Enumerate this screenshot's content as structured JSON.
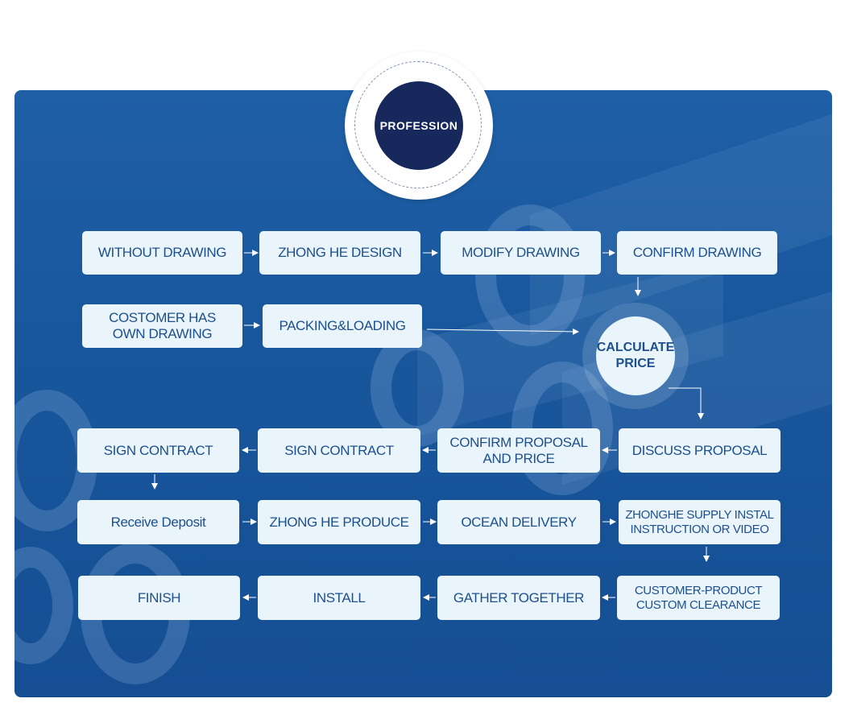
{
  "badge": {
    "label": "PROFESSION"
  },
  "steps": {
    "without_drawing": "WITHOUT  DRAWING",
    "zhong_he_design": "ZHONG HE DESIGN",
    "modify_drawing": "MODIFY DRAWING",
    "confirm_drawing": "CONFIRM DRAWING",
    "customer_has_drawing": "COSTOMER HAS\nOWN DRAWING",
    "packing_loading": "PACKING&LOADING",
    "calculate_price": "CALCULATE\nPRICE",
    "sign_contract_1": "SIGN CONTRACT",
    "sign_contract_2": "SIGN CONTRACT",
    "confirm_proposal": "CONFIRM PROPOSAL\nAND PRICE",
    "discuss_proposal": "DISCUSS PROPOSAL",
    "receive_deposit": "Receive Deposit",
    "zhong_he_produce": "ZHONG HE PRODUCE",
    "ocean_delivery": "OCEAN DELIVERY",
    "supply_instal": "ZHONGHE SUPPLY INSTAL\nINSTRUCTION OR VIDEO",
    "finish": "FINISH",
    "install": "INSTALL",
    "gather_together": "GATHER TOGETHER",
    "custom_clearance": "CUSTOMER-PRODUCT\nCUSTOM CLEARANCE"
  },
  "colors": {
    "panel": "#1a5aa0",
    "box": "#eaf5fb",
    "text": "#1d4f8e",
    "badge": "#17285c"
  }
}
